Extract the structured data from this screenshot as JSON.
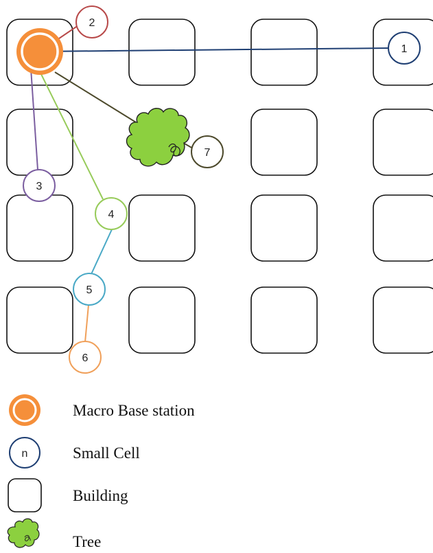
{
  "links": [
    {
      "id": "1",
      "color": "#1f3f73"
    },
    {
      "id": "2",
      "color": "#b84a4a"
    },
    {
      "id": "3",
      "color": "#7b5ea0"
    },
    {
      "id": "4",
      "color": "#97cb5a"
    },
    {
      "id": "5",
      "color": "#4aa9c6"
    },
    {
      "id": "6",
      "color": "#f0a05a"
    },
    {
      "id": "7",
      "color": "#4d4a2c"
    }
  ],
  "colors": {
    "macro_fill": "#f58f3a",
    "tree_fill": "#8cd03f",
    "building_stroke": "#111111"
  },
  "legend": {
    "macro": "Macro Base station",
    "small_cell": "Small Cell",
    "small_cell_symbol": "n",
    "building": "Building",
    "tree": "Tree"
  }
}
